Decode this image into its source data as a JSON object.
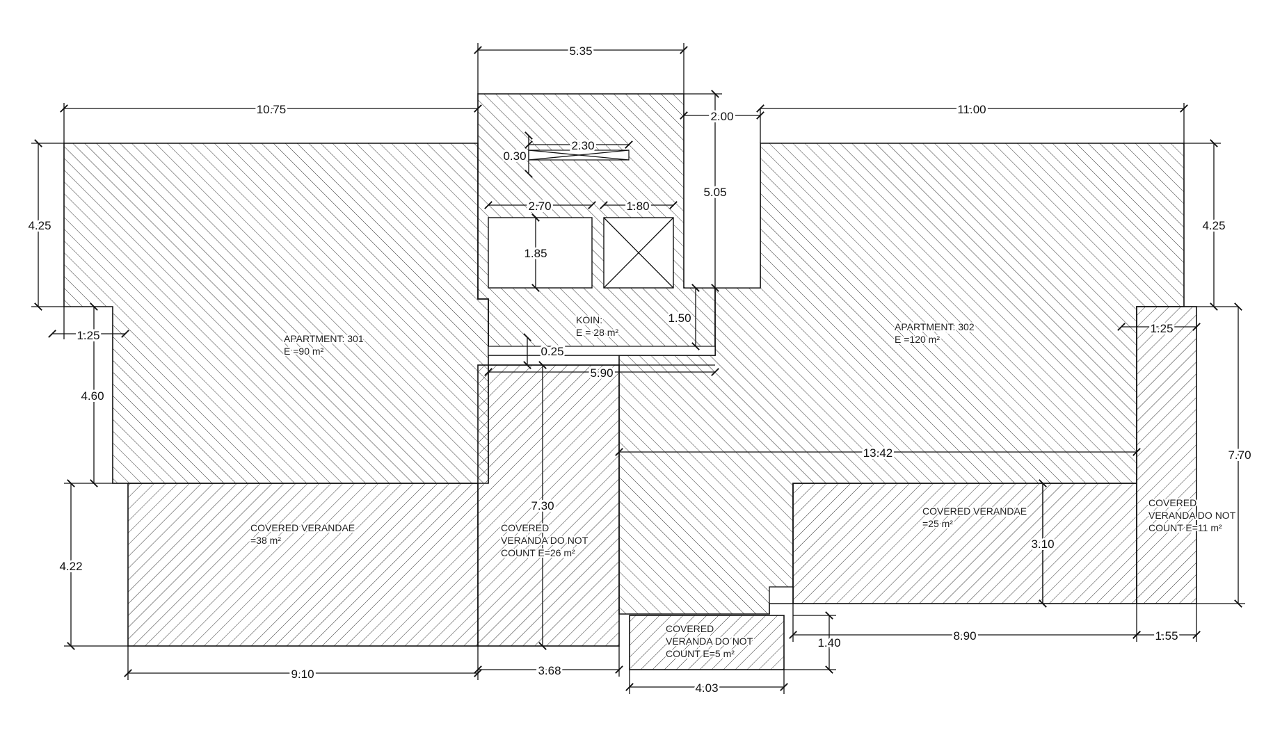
{
  "plan": {
    "dims": {
      "top_core_width": "5.35",
      "left_top_width": "10.75",
      "gap_width": "2.00",
      "right_top_width": "11.00",
      "left_top_height": "4.25",
      "right_top_height": "4.25",
      "left_notch": "1.25",
      "right_notch": "1.25",
      "left_mid_height": "4.60",
      "left_veranda_height": "4.22",
      "left_veranda_width": "9.10",
      "mid_veranda_width": "3.68",
      "bottom_small_width": "4.03",
      "bottom_small_height": "1.40",
      "right_veranda_width": "8.90",
      "right_end_width": "1.55",
      "right_total_height": "7.70",
      "right_veranda_height": "3.10",
      "inner_span": "13.42",
      "mid_veranda_height": "7.30",
      "core_strip_width": "5.90",
      "core_strip_height": "0.25",
      "core_right_height": "5.05",
      "core_lower_height": "1.50",
      "shaft_width": "2.30",
      "shaft_height": "0.30",
      "stair_width": "2.70",
      "lift_width": "1.80",
      "stair_height": "1.85"
    },
    "labels": {
      "apt301_name": "APARTMENT: 301",
      "apt301_area": "E =90 m²",
      "apt302_name": "APARTMENT: 302",
      "apt302_area": "E =120 m²",
      "koin_name": "KOIN:",
      "koin_area": "E = 28 m²",
      "ver1_l1": "COVERED VERANDAE",
      "ver1_l2": "=38 m²",
      "ver2_l1": "COVERED",
      "ver2_l2": "VERANDA DO NOT",
      "ver2_l3": "COUNT E=26 m²",
      "ver3_l1": "COVERED",
      "ver3_l2": "VERANDA DO NOT",
      "ver3_l3": "COUNT E=5 m²",
      "ver4_l1": "COVERED VERANDAE",
      "ver4_l2": "=25 m²",
      "ver5_l1": "COVERED",
      "ver5_l2": "VERANDA DO NOT",
      "ver5_l3": "COUNT E=11 m²"
    },
    "colors": {
      "line": "#111111",
      "hatch": "#333333",
      "background": "#ffffff"
    }
  }
}
